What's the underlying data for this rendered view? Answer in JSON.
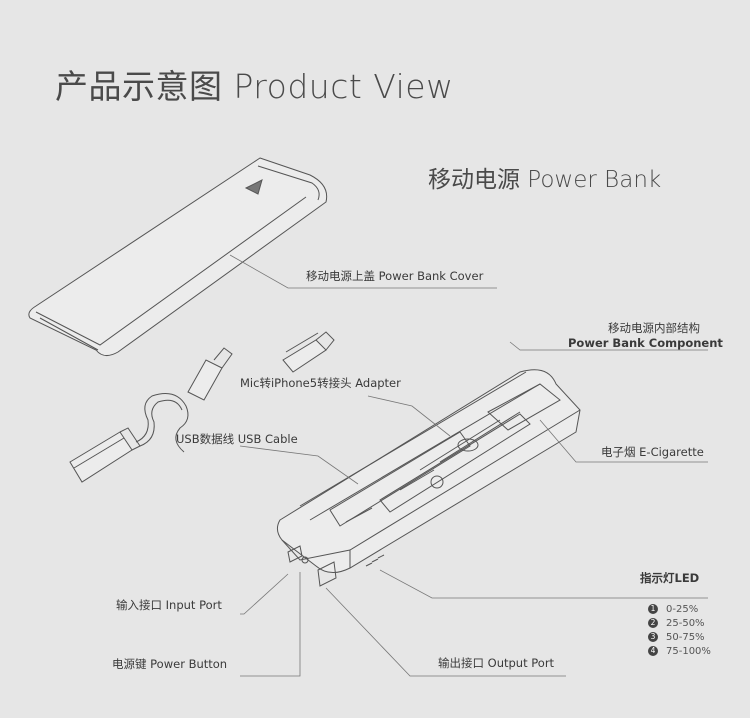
{
  "title": "产品示意图 Product View",
  "subtitle": "移动电源 Power Bank",
  "labels": {
    "cover": "移动电源上盖  Power Bank Cover",
    "component_cn": "移动电源内部结构",
    "component_en": "Power Bank Component",
    "adapter": "Mic转iPhone5转接头 Adapter",
    "usb_cable": "USB数据线  USB Cable",
    "ecig": "电子烟  E-Cigarette",
    "led": "指示灯LED",
    "input_port": "输入接口  Input Port",
    "power_button": "电源键  Power Button",
    "output_port": "输出接口  Output Port"
  },
  "led_levels": [
    {
      "num": "1",
      "range": "0-25%"
    },
    {
      "num": "2",
      "range": "25-50%"
    },
    {
      "num": "3",
      "range": "50-75%"
    },
    {
      "num": "4",
      "range": "75-100%"
    }
  ],
  "colors": {
    "background": "#e6e6e6",
    "line": "#555555",
    "text": "#3a3a3a"
  }
}
